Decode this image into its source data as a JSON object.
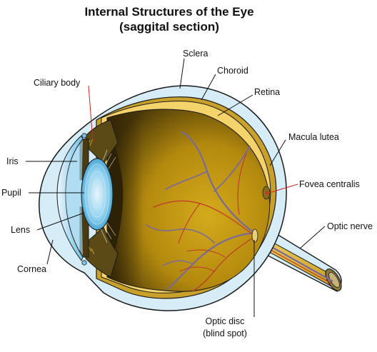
{
  "title": {
    "line1": "Internal Structures of the Eye",
    "line2": "(saggital section)"
  },
  "labels": {
    "sclera": "Sclera",
    "choroid": "Choroid",
    "retina": "Retina",
    "ciliary_body": "Ciliary body",
    "macula_lutea": "Macula lutea",
    "iris": "Iris",
    "fovea_centralis": "Fovea centralis",
    "pupil": "Pupil",
    "optic_nerve": "Optic nerve",
    "lens": "Lens",
    "cornea": "Cornea",
    "optic_disc": "Optic disc",
    "blind_spot": "(blind spot)"
  },
  "colors": {
    "sclera": "#d6edf7",
    "outline": "#1a1a1a",
    "choroid": "#c9a12a",
    "retina_band": "#f4d46a",
    "vitreous": "#b8900f",
    "vitreous_dark": "#3b2c05",
    "ciliary": "#4a3a12",
    "lens": "#7cc6ea",
    "cornea": "#b8e0f2",
    "vein": "#7a6a9a",
    "artery": "#c0392b",
    "leader_red": "#d62020"
  }
}
